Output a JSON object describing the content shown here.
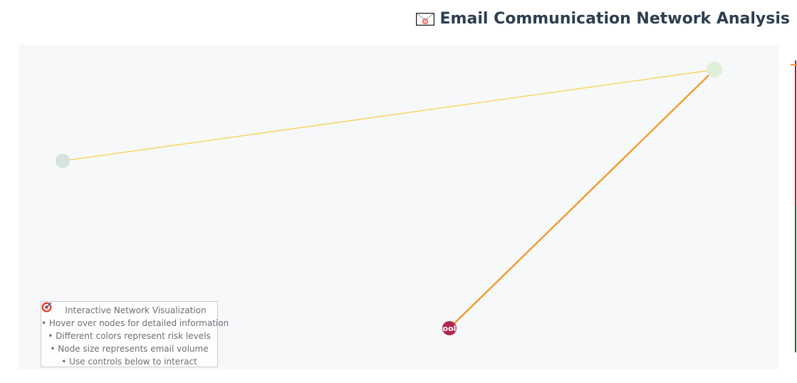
{
  "header": {
    "title": "Email Communication Network Analysis",
    "icon": "envelope-icon"
  },
  "network": {
    "background": "#f7f8f9",
    "nodes": [
      {
        "id": "node-a",
        "color": "#d4e3dc",
        "label": ""
      },
      {
        "id": "node-b",
        "color": "#e0efd8",
        "label": ""
      },
      {
        "id": "node-c",
        "color": "#b0284f",
        "label": "ool"
      }
    ],
    "edges": [
      {
        "from": "node-a",
        "to": "node-b",
        "color": "#f6d55c"
      },
      {
        "from": "node-c",
        "to": "node-b",
        "color": "#f29a2e"
      }
    ]
  },
  "info_box": {
    "icon": "target-icon",
    "title": "Interactive Network Visualization",
    "lines": [
      "• Hover over nodes for detailed information",
      "• Different colors represent risk levels",
      "• Node size represents email volume",
      "• Use controls below to interact"
    ]
  },
  "colors": {
    "title": "#2c3e50",
    "colorbar_top": "#8a2e2e",
    "colorbar_bottom": "#2f5d3a",
    "colorbar_tick": "#f29a2e"
  }
}
